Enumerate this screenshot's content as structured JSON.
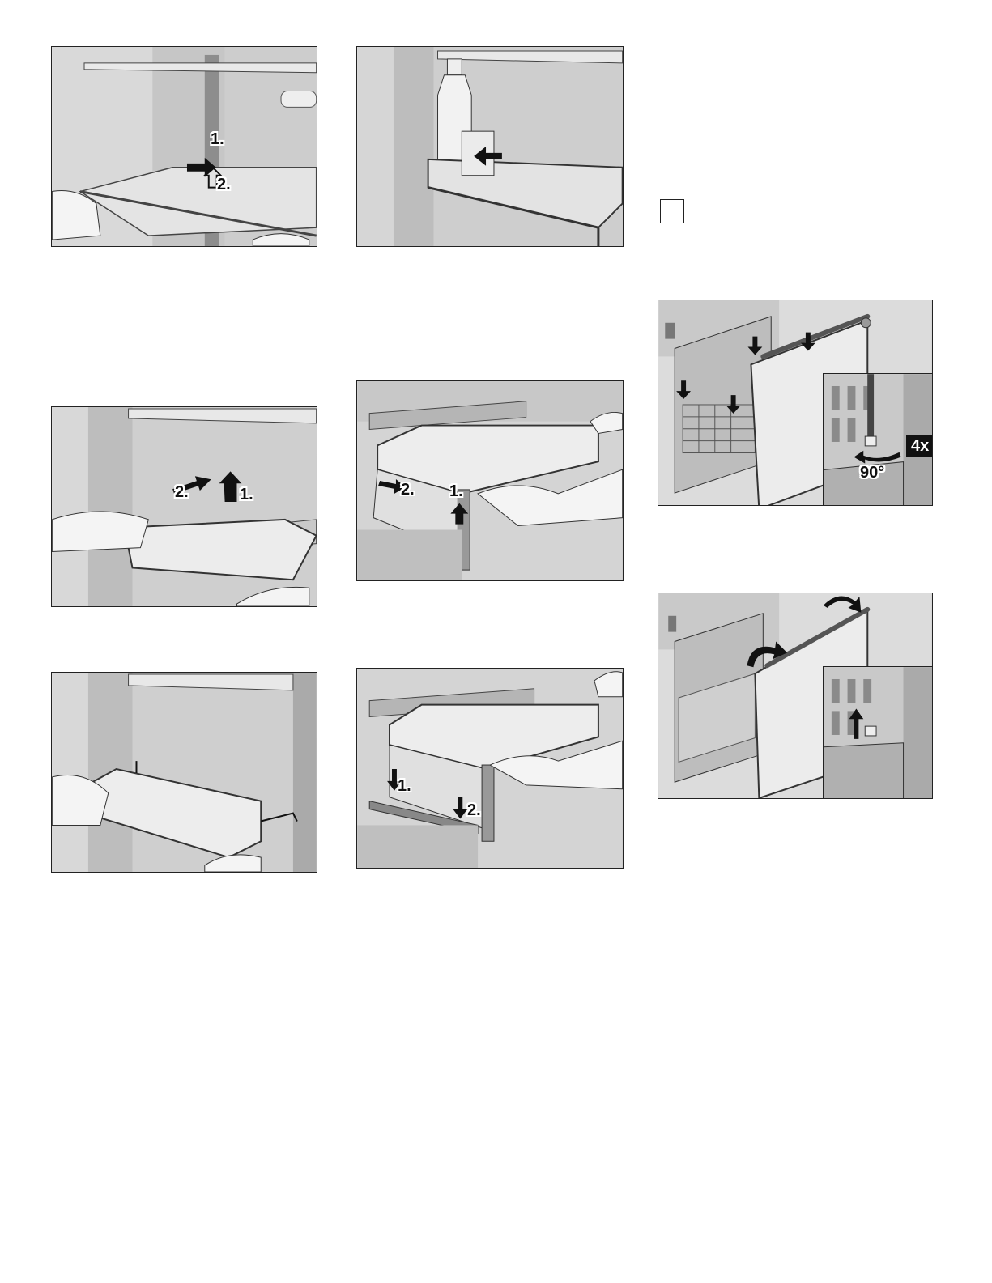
{
  "figures": {
    "shelf": {
      "step1": "1.",
      "step2": "2."
    },
    "door_bin_remove": {
      "step1": "1.",
      "step2": "2."
    },
    "drawer_remove": {
      "step1": "1.",
      "step2": "2."
    },
    "drawer_insert": {
      "step1": "1.",
      "step2": "2."
    },
    "door_panel": {
      "count": "4x",
      "angle": "90°"
    }
  },
  "icons": [
    "arrow-icon",
    "hand-icon",
    "bottle-icon"
  ]
}
